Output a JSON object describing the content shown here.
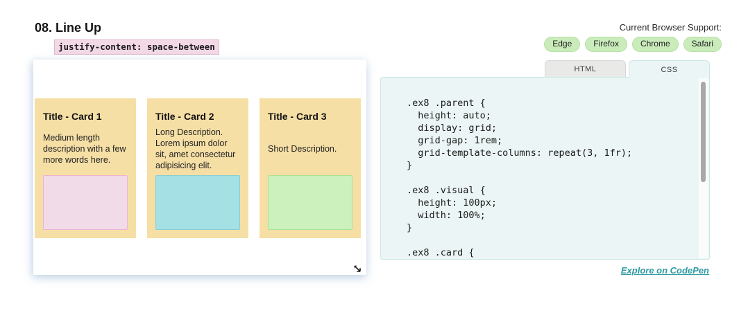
{
  "header": {
    "title": "08. Line Up",
    "snippet": "justify-content: space-between",
    "support_label": "Current Browser Support:",
    "browsers": [
      {
        "label": "Edge"
      },
      {
        "label": "Firefox"
      },
      {
        "label": "Chrome"
      },
      {
        "label": "Safari"
      }
    ]
  },
  "demo": {
    "cards": [
      {
        "title": "Title - Card 1",
        "description": "Medium length description with a few more words here.",
        "visual_color": "#f2dbe9",
        "visual_border": "#ecb3d3",
        "visual_style": "background:#f2dbe9;border:1px solid #ecb3d3"
      },
      {
        "title": "Title - Card 2",
        "description": "Long Description. Lorem ipsum dolor sit, amet consectetur adipisicing elit.",
        "visual_color": "#a4e0e4",
        "visual_border": "#86ced5",
        "visual_style": "background:#a4e0e4;border:1px solid #86ced5"
      },
      {
        "title": "Title - Card 3",
        "description": "Short Description.",
        "visual_color": "#ccf1bc",
        "visual_border": "#a9e396",
        "visual_style": "background:#ccf1bc;border:1px solid #a9e396"
      }
    ]
  },
  "code_panel": {
    "tabs": [
      {
        "label": "HTML",
        "active": false
      },
      {
        "label": "CSS",
        "active": true
      }
    ],
    "code": ".ex8 .parent {\n  height: auto;\n  display: grid;\n  grid-gap: 1rem;\n  grid-template-columns: repeat(3, 1fr);\n}\n\n.ex8 .visual {\n  height: 100px;\n  width: 100%;\n}\n\n.ex8 .card {",
    "link_label": "Explore on CodePen"
  },
  "colors": {
    "card_background": "#f6dfa5",
    "badge_green": "#caecbb",
    "snippet_pink": "#f3d8e6",
    "panel_background": "#ecf5f5",
    "link_teal": "#2e9aa2"
  }
}
